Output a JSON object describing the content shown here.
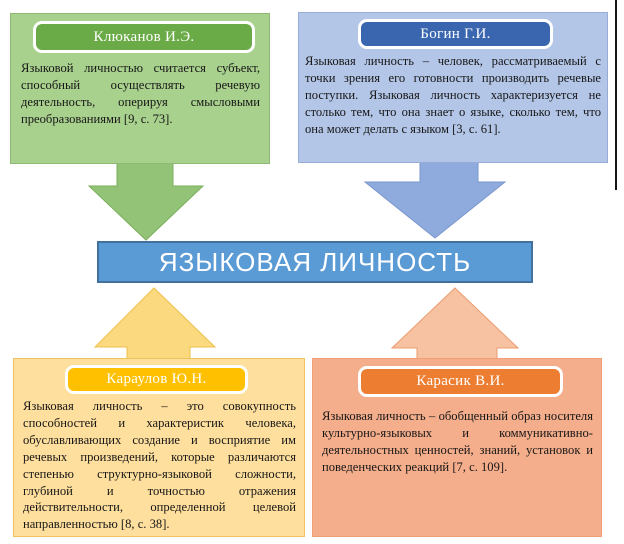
{
  "diagram_title": "ЯЗЫКОВАЯ ЛИЧНОСТЬ",
  "center": {
    "title": "ЯЗЫКОВАЯ ЛИЧНОСТЬ",
    "fill": "#5B9BD5",
    "border": "#41719C",
    "text_color": "#FFFFFF"
  },
  "boxes": {
    "top_left": {
      "header": "Клюканов И.Э.",
      "text": "Языковой личностью считается субъект, способный осуществлять речевую деятельность, оперируя смысловыми преобразованиями [9, с. 73].",
      "citation": "[9, с. 73]",
      "body_fill": "#A9D18E",
      "header_fill": "#6BAB47",
      "arrow_fill": "#93C377",
      "arrow_stroke": "#7BAF5B"
    },
    "top_right": {
      "header": "Богин Г.И.",
      "text": "Языковая личность – человек, рассматриваемый с точки зрения его готовности производить речевые поступки. Языковая личность характеризуется не столько тем, что она знает о языке, сколько тем, что она может делать с языком [3, с. 61].",
      "citation": "[3, с. 61]",
      "body_fill": "#B3C6E7",
      "header_fill": "#3A66B0",
      "arrow_fill": "#8FAADC",
      "arrow_stroke": "#7B97CE"
    },
    "bottom_left": {
      "header": "Караулов Ю.Н.",
      "text": "Языковая личность – это совокупность способностей и характеристик человека, обуславливающих создание и восприятие им речевых произведений, которые различаются степенью структурно-языковой сложности, глубиной и точностью отражения действительности, определенной целевой направленностью [8, с. 38].",
      "citation": "[8, с. 38]",
      "body_fill": "#FFDF9D",
      "header_fill": "#FFC000",
      "arrow_fill": "#FBD97E",
      "arrow_stroke": "#EDC04E"
    },
    "bottom_right": {
      "header": "Карасик В.И.",
      "text": "Языковая личность – обобщенный образ носителя культурно-языковых и коммуникативно-деятельностных ценностей, знаний, установок и поведенческих реакций [7, с. 109].",
      "citation": "[7, с. 109]",
      "body_fill": "#F4AE8C",
      "header_fill": "#ED7D31",
      "arrow_fill": "#F6C2A2",
      "arrow_stroke": "#EC9C6F"
    }
  },
  "arrows": [
    {
      "name": "top-left-to-center",
      "direction": "down"
    },
    {
      "name": "top-right-to-center",
      "direction": "down"
    },
    {
      "name": "bottom-left-to-center",
      "direction": "up"
    },
    {
      "name": "bottom-right-to-center",
      "direction": "up"
    }
  ]
}
